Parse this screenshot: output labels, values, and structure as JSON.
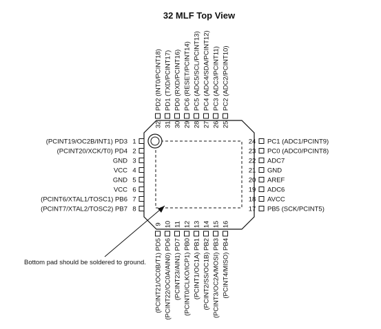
{
  "title": "32 MLF Top View",
  "note": "Bottom pad should be soldered to ground.",
  "colors": {
    "ink": "#111111",
    "background": "#ffffff"
  },
  "pins": {
    "left": [
      {
        "num": "1",
        "label": "(PCINT19/OC2B/INT1) PD3"
      },
      {
        "num": "2",
        "label": "(PCINT20/XCK/T0) PD4"
      },
      {
        "num": "3",
        "label": "GND"
      },
      {
        "num": "4",
        "label": "VCC"
      },
      {
        "num": "5",
        "label": "GND"
      },
      {
        "num": "6",
        "label": "VCC"
      },
      {
        "num": "7",
        "label": "(PCINT6/XTAL1/TOSC1) PB6"
      },
      {
        "num": "8",
        "label": "(PCINT7/XTAL2/TOSC2) PB7"
      }
    ],
    "right": [
      {
        "num": "24",
        "label": "PC1 (ADC1/PCINT9)"
      },
      {
        "num": "23",
        "label": "PC0 (ADC0/PCINT8)"
      },
      {
        "num": "22",
        "label": "ADC7"
      },
      {
        "num": "21",
        "label": "GND"
      },
      {
        "num": "20",
        "label": "AREF"
      },
      {
        "num": "19",
        "label": "ADC6"
      },
      {
        "num": "18",
        "label": "AVCC"
      },
      {
        "num": "17",
        "label": "PB5 (SCK/PCINT5)"
      }
    ],
    "top": [
      {
        "num": "32",
        "label": "PD2 (INT0/PCINT18)"
      },
      {
        "num": "31",
        "label": "PD1 (TXD/PCINT17)"
      },
      {
        "num": "30",
        "label": "PD0 (RXD/PCINT16)"
      },
      {
        "num": "29",
        "label": "PC6 (RESET/PCINT14)"
      },
      {
        "num": "28",
        "label": "PC5 (ADC5/SCL/PCINT13)"
      },
      {
        "num": "27",
        "label": "PC4 (ADC4/SDA/PCINT12)"
      },
      {
        "num": "26",
        "label": "PC3 (ADC3/PCINT11)"
      },
      {
        "num": "25",
        "label": "PC2 (ADC2/PCINT10)"
      }
    ],
    "bottom": [
      {
        "num": "9",
        "label": "(PCINT21/OC0B/T1) PD5"
      },
      {
        "num": "10",
        "label": "(PCINT22/OC0A/AIN0) PD6"
      },
      {
        "num": "11",
        "label": "(PCINT23/AIN1) PD7"
      },
      {
        "num": "12",
        "label": "(PCINT0/CLKO/ICP1) PB0"
      },
      {
        "num": "13",
        "label": "(PCINT1/OC1A) PB1"
      },
      {
        "num": "14",
        "label": "(PCINT2/SS/OC1B) PB2"
      },
      {
        "num": "15",
        "label": "(PCINT3/OC2A/MOSI) PB3"
      },
      {
        "num": "16",
        "label": "(PCINT4/MISO) PB4"
      }
    ]
  }
}
